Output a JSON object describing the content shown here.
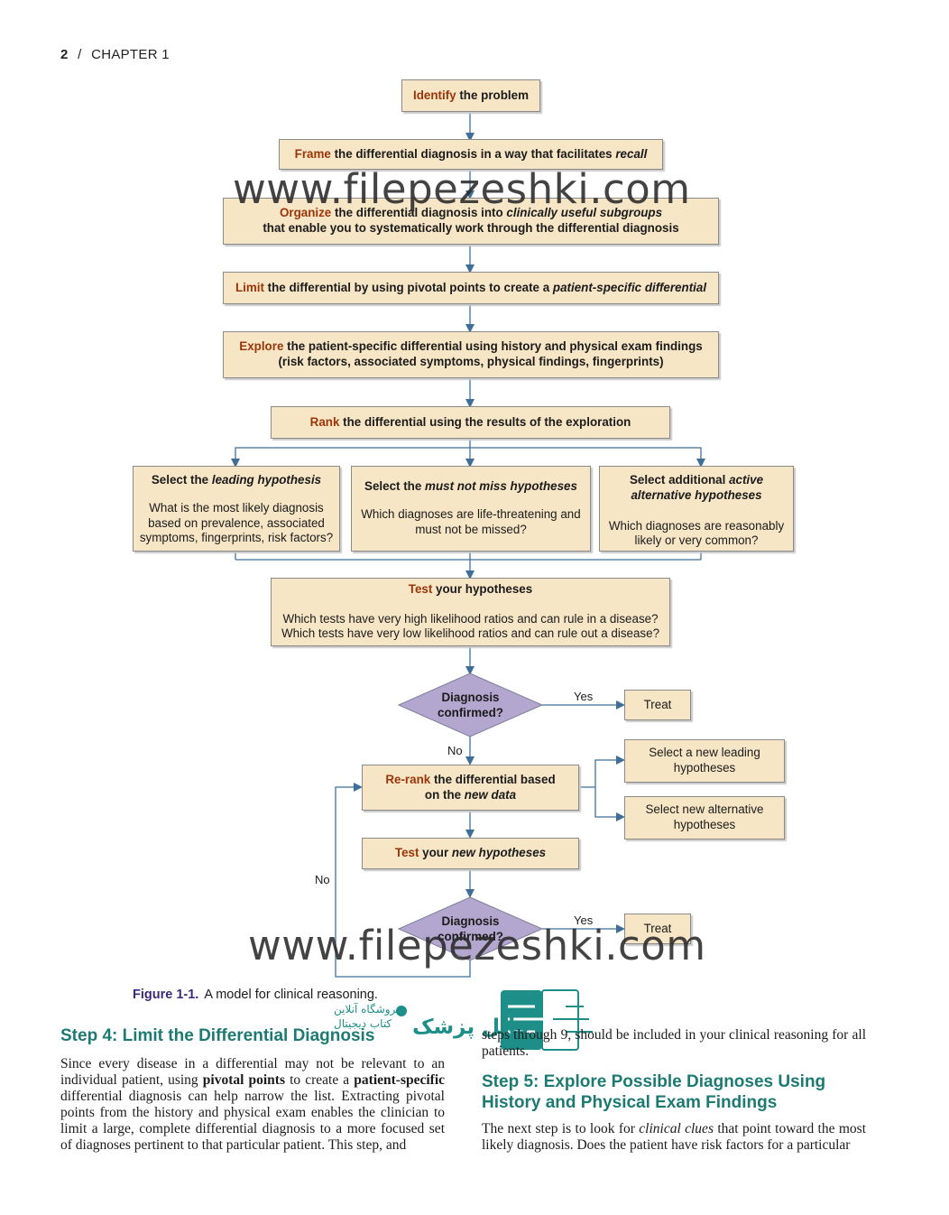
{
  "header": {
    "page_number": "2",
    "separator": "/",
    "chapter": "CHAPTER 1"
  },
  "flowchart": {
    "identify": {
      "kw": "Identify",
      "rest": " the problem"
    },
    "frame": {
      "kw": "Frame",
      "rest": " the differential diagnosis in a way that facilitates ",
      "em": "recall"
    },
    "organize": {
      "kw": "Organize",
      "rest": " the differential diagnosis into ",
      "em": "clinically useful subgroups",
      "line2": "that enable you to systematically work through the differential diagnosis"
    },
    "limit": {
      "kw": "Limit",
      "rest": " the differential by using pivotal points to create a ",
      "em": "patient-specific differential"
    },
    "explore": {
      "kw": "Explore",
      "rest": " the patient-specific differential using history and physical exam findings",
      "line2": "(risk factors, associated symptoms, physical findings, fingerprints)"
    },
    "rank": {
      "kw": "Rank",
      "rest": " the differential using the results of the exploration"
    },
    "leading": {
      "title_pre": "Select the ",
      "title_em": "leading hypothesis",
      "desc": "What is the most likely diagnosis based on prevalence, associated symptoms, fingerprints, risk factors?"
    },
    "must_not_miss": {
      "title_pre": "Select the ",
      "title_em": "must not miss hypotheses",
      "desc": "Which diagnoses are life-threatening and must not be missed?"
    },
    "active": {
      "title_pre": "Select additional ",
      "title_em": "active alternative hypotheses",
      "desc": "Which diagnoses are reasonably likely or very common?"
    },
    "test": {
      "kw": "Test",
      "rest": " your hypotheses",
      "line2": "Which tests have very high likelihood ratios and can rule in a disease?",
      "line3": "Which tests have very low likelihood ratios and can rule out a disease?"
    },
    "diamond1": "Diagnosis confirmed?",
    "yes1": "Yes",
    "treat1": "Treat",
    "no1": "No",
    "rerank": {
      "kw": "Re-rank",
      "rest": " the differential based",
      "line2_pre": "on the ",
      "line2_em": "new data"
    },
    "new_leading": "Select a new leading hypotheses",
    "new_alt": "Select new alternative hypotheses",
    "test_new": {
      "kw": "Test",
      "rest": " your ",
      "em": "new hypotheses"
    },
    "no2": "No",
    "diamond2": "Diagnosis confirmed?",
    "yes2": "Yes",
    "treat2": "Treat"
  },
  "watermark": "www.filepezeshki.com",
  "caption": {
    "label": "Figure 1-1.",
    "text": "A model for clinical reasoning."
  },
  "logo": {
    "line1": "فروشگاه آنلاین",
    "line2": "کتاب دیجیتال",
    "brand": "فایل پزشک"
  },
  "left_col": {
    "heading": "Step 4: Limit the Differential Diagnosis",
    "p1": "Since every disease in a differential may not be relevant to an individual patient, using ",
    "b1": "pivotal points",
    "p2": " to create a ",
    "b2": "patient-specific",
    "p3": " differential diagnosis can help narrow the list. Extracting pivotal points from the history and physical exam enables the clinician to limit a large, complete differential diagnosis to a more focused set of diagnoses pertinent to that particular patient. This step, and"
  },
  "right_col": {
    "p_top": "steps through 9, should be included in your clinical reasoning for all patients.",
    "heading": "Step 5: Explore Possible Diagnoses Using History and Physical Exam Findings",
    "p1": "The next step is to look for ",
    "i1": "clinical clues",
    "p2": " that point toward the most likely diagnosis. Does the patient have risk factors for a particular"
  },
  "colors": {
    "box_fill": "#f7e6c6",
    "keyword": "#9b3508",
    "arrow": "#3f6f99",
    "diamond": "#b3a6cf",
    "heading": "#1d7a73",
    "figure_label": "#3b2a78"
  }
}
